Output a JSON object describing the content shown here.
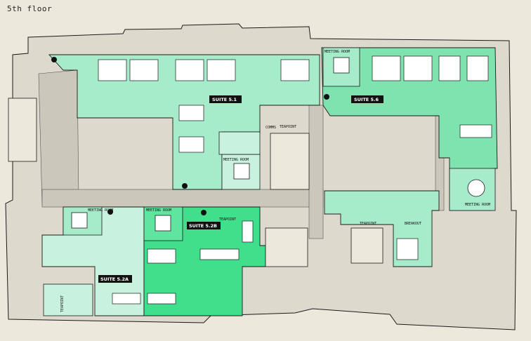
{
  "floor": {
    "title": "5th floor"
  },
  "suites": [
    {
      "id": "s51",
      "label": "SUITE 5.1"
    },
    {
      "id": "s56",
      "label": "SUITE 5.6"
    },
    {
      "id": "s52a",
      "label": "SUITE 5.2A"
    },
    {
      "id": "s52b",
      "label": "SUITE 5.2B"
    }
  ],
  "rooms": {
    "meeting_room_a": "MEETING ROOM",
    "meeting_room_b": "MEETING ROOM",
    "meeting_room_c": "MEETING ROOM",
    "meeting_room_d": "MEETING ROOM",
    "meeting_room_e": "MEETING ROOM",
    "teapoint_a": "TEAPOINT",
    "teapoint_b": "TEAPOINT",
    "teapoint_c": "TEAPOINT",
    "teapoint_d": "TEAPOINT",
    "breakout": "BREAKOUT",
    "comms": "COMMS"
  },
  "colors": {
    "background": "#ece8dc",
    "building": "#ddd9cc",
    "corridor": "#cbc7ba",
    "suite_light": "#a6ecca",
    "suite_mid": "#7fe3b0",
    "suite_pale": "#c9f2de",
    "suite_strong": "#3fdf8c",
    "wall": "#1a1a1a",
    "tag": "#111111"
  }
}
